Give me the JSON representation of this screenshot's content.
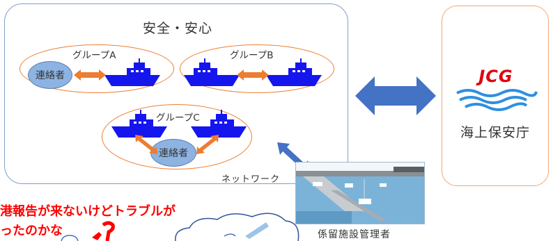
{
  "title": "安全・安心",
  "groups": [
    {
      "label": "グループA"
    },
    {
      "label": "グループB"
    },
    {
      "label": "グループC"
    }
  ],
  "contact_label": "連絡者",
  "coast_guard": {
    "logo_text": "JCG",
    "name": "海上保安庁"
  },
  "network_label": "ネットワーク",
  "manager_label": "係留施設管理者",
  "concern_text": {
    "line1": "港報告が来ないけどトラブルが",
    "line2": "ったのかな"
  },
  "colors": {
    "boat": "#1515ee",
    "arrow_orange": "#ed7d31",
    "arrow_blue": "#4472c4",
    "contact_fill": "#8db3e2",
    "alert_red": "#ff0000"
  }
}
